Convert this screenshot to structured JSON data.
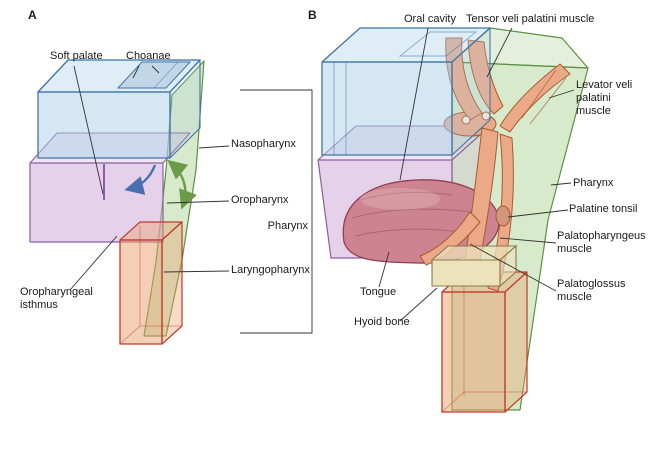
{
  "panels": {
    "a": {
      "tag": "A",
      "labels": {
        "soft_palate": "Soft palate",
        "choanae": "Choanae",
        "nasopharynx": "Nasopharynx",
        "oropharynx": "Oropharynx",
        "pharynx": "Pharynx",
        "laryngopharynx": "Laryngopharynx",
        "oropharyngeal_isthmus": "Oropharyngeal isthmus"
      }
    },
    "b": {
      "tag": "B",
      "labels": {
        "oral_cavity": "Oral cavity",
        "tensor_veli_palatini": "Tensor veli palatini muscle",
        "levator_veli_palatini": "Levator veli palatini muscle",
        "pharynx": "Pharynx",
        "palatine_tonsil": "Palatine tonsil",
        "palatopharyngeus": "Palatopharyngeus muscle",
        "palatoglossus": "Palatoglossus muscle",
        "tongue": "Tongue",
        "hyoid_bone": "Hyoid bone"
      }
    }
  },
  "colors": {
    "blue_fill": "#a9cfe8",
    "blue_stroke": "#3f74a8",
    "green_fill": "#b7d8a2",
    "green_stroke": "#5d9143",
    "purple_fill": "#cfadd9",
    "purple_stroke": "#8c5fa0",
    "orange_fill": "#e9a06c",
    "orange_stroke": "#c33b2a",
    "tongue_fill": "#cd8390",
    "tongue_stroke": "#8e4050",
    "muscle_fill": "#eba988",
    "muscle_stroke": "#a65b2e",
    "bone_fill": "#ece2bc",
    "bone_stroke": "#8a7a4a",
    "leader_color": "#333333",
    "arrow_blue": "#4a6fb0",
    "arrow_green": "#6a9c4a",
    "label_color": "#1a1a1a"
  }
}
